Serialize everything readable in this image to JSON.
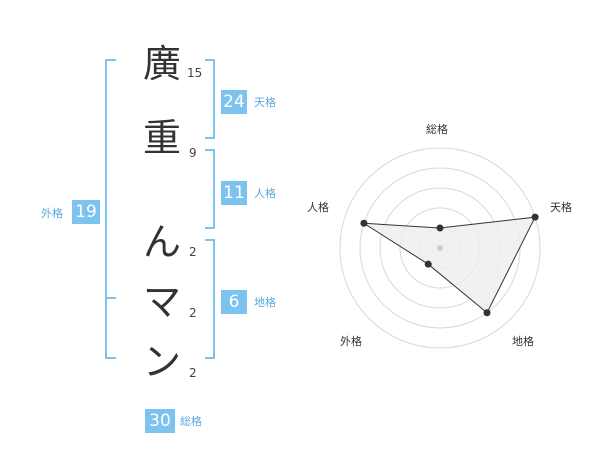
{
  "name": {
    "characters": [
      {
        "char": "廣",
        "strokes": "15"
      },
      {
        "char": "重",
        "strokes": "9"
      },
      {
        "char": "ん",
        "strokes": "2"
      },
      {
        "char": "マ",
        "strokes": "2"
      },
      {
        "char": "ン",
        "strokes": "2"
      }
    ]
  },
  "kaku": {
    "tenkaku": {
      "value": "24",
      "label": "天格"
    },
    "jinkaku": {
      "value": "11",
      "label": "人格"
    },
    "chikaku": {
      "value": "6",
      "label": "地格"
    },
    "gaikaku": {
      "value": "19",
      "label": "外格"
    },
    "soukaku": {
      "value": "30",
      "label": "総格"
    }
  },
  "colors": {
    "accent": "#7cc3ef",
    "label_text": "#5aa9e0",
    "radar_fill": "#eeeeee",
    "radar_point": "#333333"
  },
  "chart_data": {
    "type": "radar",
    "axes": [
      "総格",
      "天格",
      "地格",
      "外格",
      "人格"
    ],
    "values": [
      1,
      5,
      4,
      1,
      4
    ],
    "rlim": [
      0,
      5
    ],
    "grid": true
  }
}
